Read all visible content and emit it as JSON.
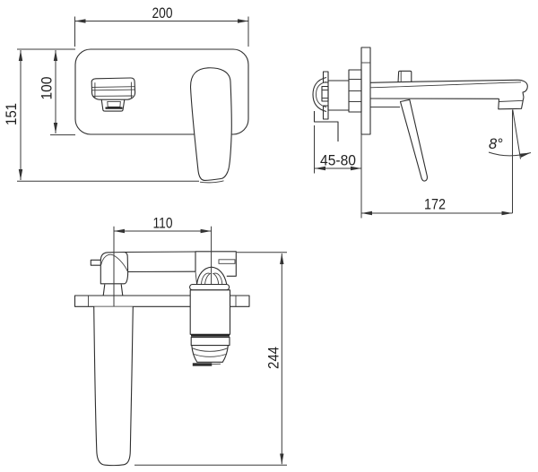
{
  "drawing": {
    "type": "technical-dimension-drawing",
    "subject": "wall-mounted single-lever basin mixer faucet",
    "ink_color": "#2e2e2e",
    "dim_line_color": "#3a3a3a",
    "background_color": "#ffffff",
    "views": {
      "front": {
        "name": "front view (wall plate with spout and lever)",
        "dims": {
          "plate_width": {
            "label": "200",
            "value_mm": 200
          },
          "plate_height": {
            "label": "100",
            "value_mm": 100
          },
          "overall_height": {
            "label": "151",
            "value_mm": 151
          }
        }
      },
      "side": {
        "name": "side view (concealed body in wall, spout and lever)",
        "dims": {
          "wall_depth_range": {
            "label": "45-80",
            "min_mm": 45,
            "max_mm": 80
          },
          "spout_reach": {
            "label": "172",
            "value_mm": 172
          },
          "spout_angle": {
            "label": "8°",
            "value_deg": 8
          }
        }
      },
      "bottom": {
        "name": "bottom view (spout length with aerator and handle)",
        "dims": {
          "handle_to_spout_spacing": {
            "label": "110",
            "value_mm": 110
          },
          "overall_length": {
            "label": "244",
            "value_mm": 244
          }
        }
      }
    }
  }
}
